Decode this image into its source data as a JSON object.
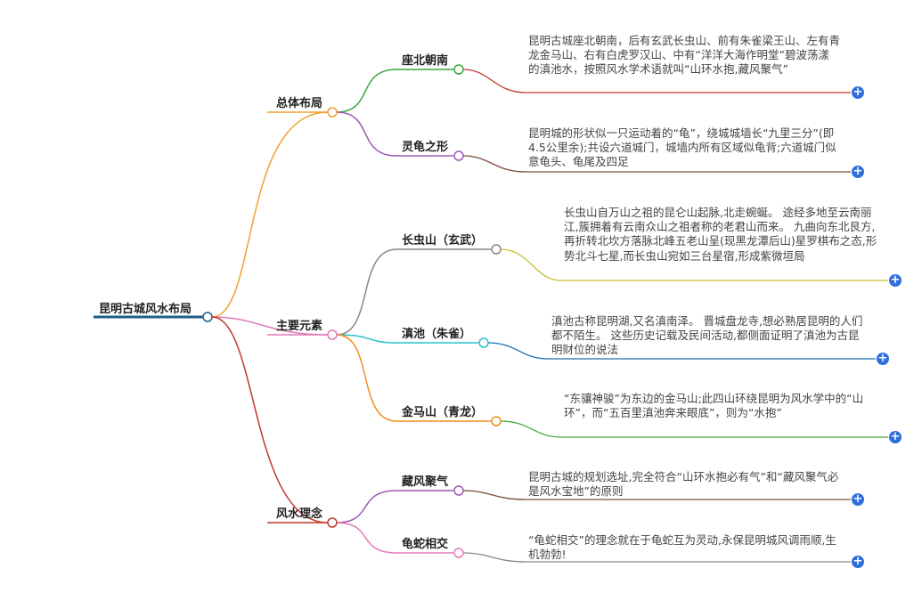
{
  "root": "昆明古城风水布局",
  "branches": [
    {
      "label": "总体布局",
      "children": [
        {
          "label": "座北朝南",
          "note": "昆明古城座北朝南，后有玄武长虫山、前有朱雀梁王山、左有青龙金马山、右有白虎罗汉山、中有“洋洋大海作明堂”碧波荡漾的滇池水，按照风水学术语就叫“山环水抱,藏风聚气”"
        },
        {
          "label": "灵龟之形",
          "note": "昆明城的形状似一只运动着的“龟”，绕城城墙长“九里三分”(即4.5公里余);共设六道城门，城墙内所有区域似龟背;六道城门似意龟头、龟尾及四足"
        }
      ]
    },
    {
      "label": "主要元素",
      "children": [
        {
          "label": "长虫山（玄武）",
          "note": "长虫山自万山之祖的昆仑山起脉,北走蜿蜒。 途经多地至云南丽江,簇拥着有云南众山之祖者称的老君山而来。 九曲向东北艮方,再折转北坎方落脉北峰五老山呈(现黑龙潭后山)星罗棋布之态,形势北斗七星,而长虫山宛如三台星宿,形成紫微垣局"
        },
        {
          "label": "滇池（朱雀）",
          "note": "滇池古称昆明湖,又名滇南泽。 晋城盘龙寺,想必熟居昆明的人们都不陌生。 这些历史记载及民间活动,都侧面证明了滇池为古昆明财位的说法"
        },
        {
          "label": "金马山（青龙）",
          "note": "“东骧神骏”为东边的金马山;此四山环绕昆明为风水学中的“山环”，而“五百里滇池奔来眼底”，则为“水抱”"
        }
      ]
    },
    {
      "label": "风水理念",
      "children": [
        {
          "label": "藏风聚气",
          "note": "昆明古城的规划选址,完全符合“山环水抱必有气”和“藏风聚气必是风水宝地”的原则"
        },
        {
          "label": "龟蛇相交",
          "note": "“龟蛇相交”的理念就在于龟蛇互为灵动,永保昆明城风调雨顺,生机勃勃!"
        }
      ]
    }
  ],
  "colors": {
    "root_line": "#1f5e8c",
    "l1": [
      "#f0a030",
      "#e07ab8",
      "#c0392b"
    ],
    "l2": [
      "#3aa83a",
      "#9b59b6",
      "#888888",
      "#2abfcf",
      "#f08c1e",
      "#9b59b6",
      "#e07ab8"
    ],
    "l3": [
      "#c0392b",
      "#7a4a3a",
      "#c9c030",
      "#1f6fb0",
      "#3aa83a",
      "#7a4a3a",
      "#888888"
    ],
    "plus": "#2e6fde"
  },
  "icons": {
    "expand": "plus-circle-icon",
    "expand_glyph": "+"
  }
}
